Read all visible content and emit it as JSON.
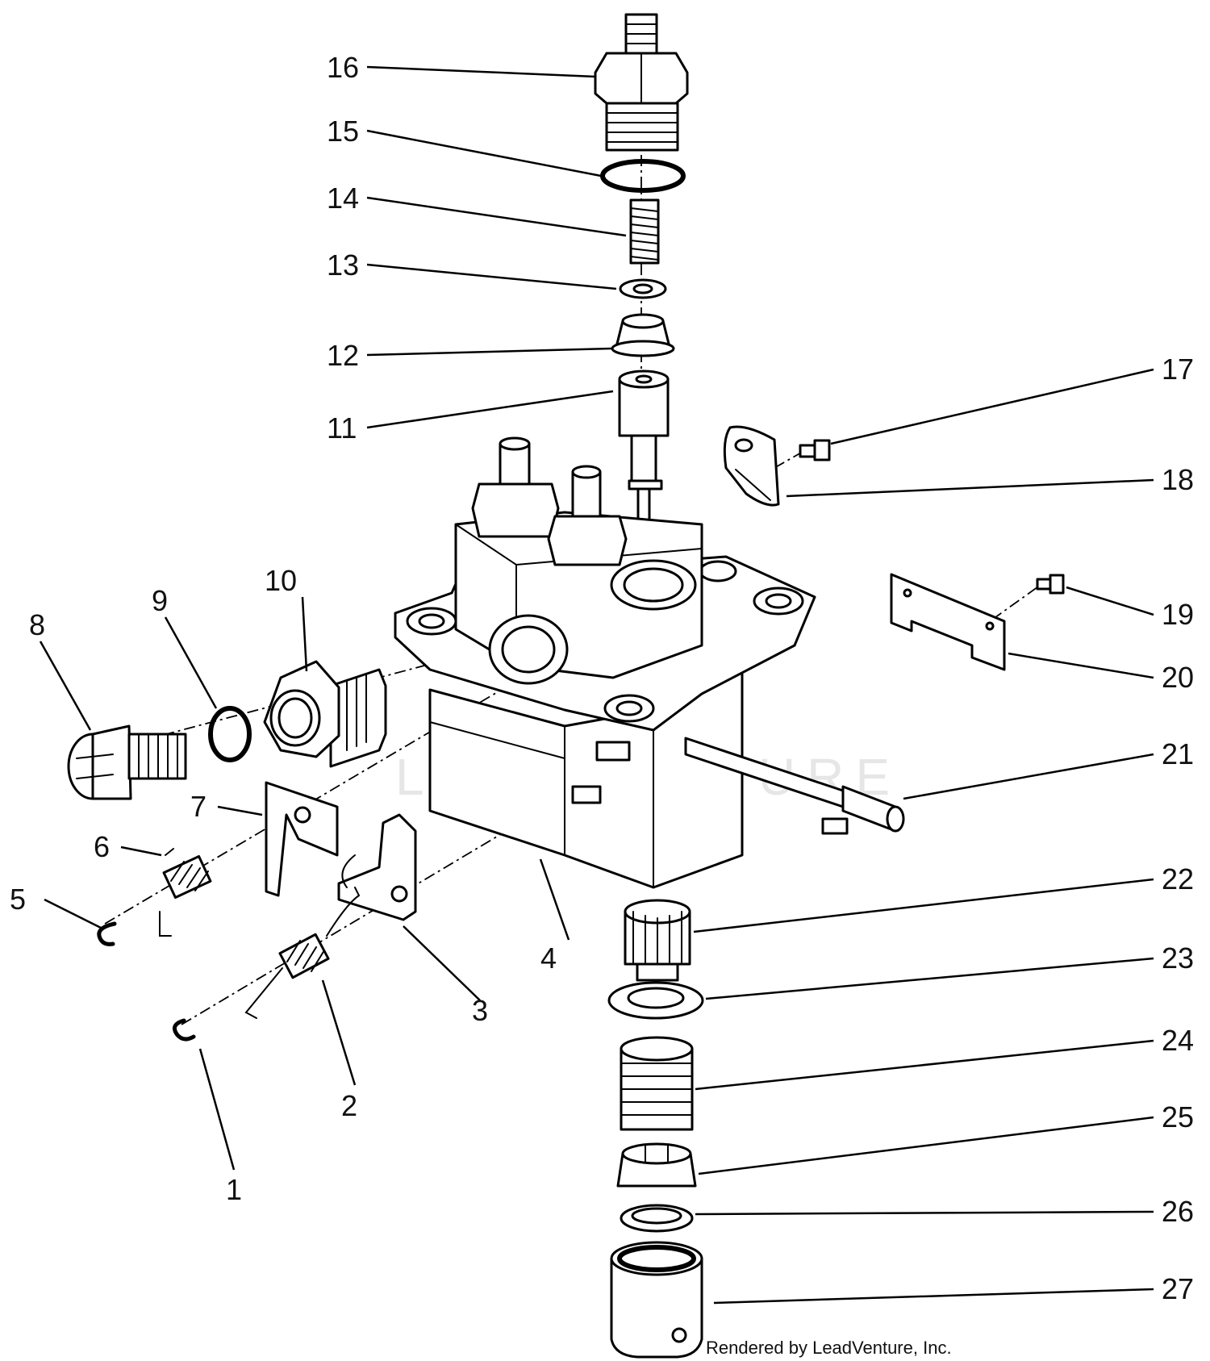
{
  "diagram": {
    "watermark": "LEADVENTURE",
    "credit": "Rendered by LeadVenture, Inc.",
    "callouts": {
      "c1": "1",
      "c2": "2",
      "c3": "3",
      "c4": "4",
      "c5": "5",
      "c6": "6",
      "c7": "7",
      "c8": "8",
      "c9": "9",
      "c10": "10",
      "c11": "11",
      "c12": "12",
      "c13": "13",
      "c14": "14",
      "c15": "15",
      "c16": "16",
      "c17": "17",
      "c18": "18",
      "c19": "19",
      "c20": "20",
      "c21": "21",
      "c22": "22",
      "c23": "23",
      "c24": "24",
      "c25": "25",
      "c26": "26",
      "c27": "27"
    }
  }
}
